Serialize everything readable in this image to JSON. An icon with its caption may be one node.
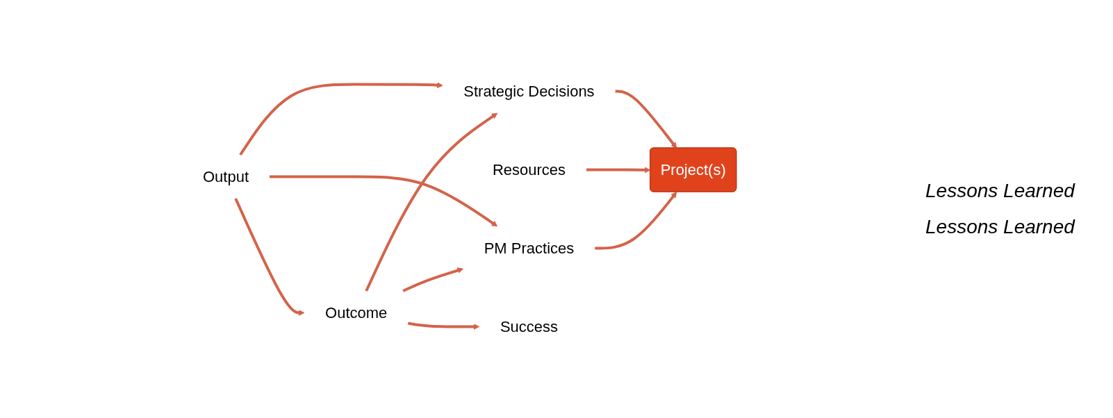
{
  "diagram": {
    "nodes": [
      {
        "text": [
          "Strategic Decisions"
        ]
      },
      {
        "text": [
          "Resources"
        ]
      },
      {
        "text": [
          "PM Practices"
        ]
      },
      {
        "text": [
          "Project(s)"
        ]
      },
      {
        "text": [
          "Output"
        ]
      },
      {
        "text": [
          "Outcome"
        ]
      },
      {
        "text": [
          "Success"
        ]
      }
    ],
    "edges": [
      {
        "from": 0,
        "to": 3,
        "arrow": "to"
      },
      {
        "from": 1,
        "to": 3,
        "arrow": "to"
      },
      {
        "from": 2,
        "to": 3,
        "arrow": "to"
      },
      {
        "from": 4,
        "to": 5,
        "arrow": "to"
      },
      {
        "from": 5,
        "to": 6,
        "arrow": "to"
      },
      {
        "from": 4,
        "to": 0,
        "arrow": "to"
      },
      {
        "from": 5,
        "to": 0,
        "arrow": "to"
      },
      {
        "from": 4,
        "to": 2,
        "arrow": "to"
      },
      {
        "from": 5,
        "to": 2,
        "arrow": "to"
      }
    ],
    "labels": [
      "Lessons Learned",
      "Lessons Learned"
    ]
  }
}
